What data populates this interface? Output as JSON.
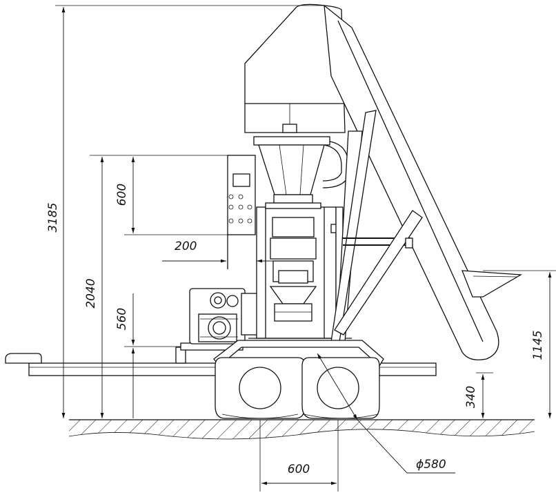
{
  "drawing": {
    "title": "",
    "dimensions": {
      "total_height": "3185",
      "panel_height": "2040",
      "hopper_section": "600",
      "offset": "200",
      "engine_section": "560",
      "ground_clearance": "340",
      "discharge_height": "1145",
      "axle_spacing": "600",
      "wheel_diameter": "ϕ580"
    }
  }
}
